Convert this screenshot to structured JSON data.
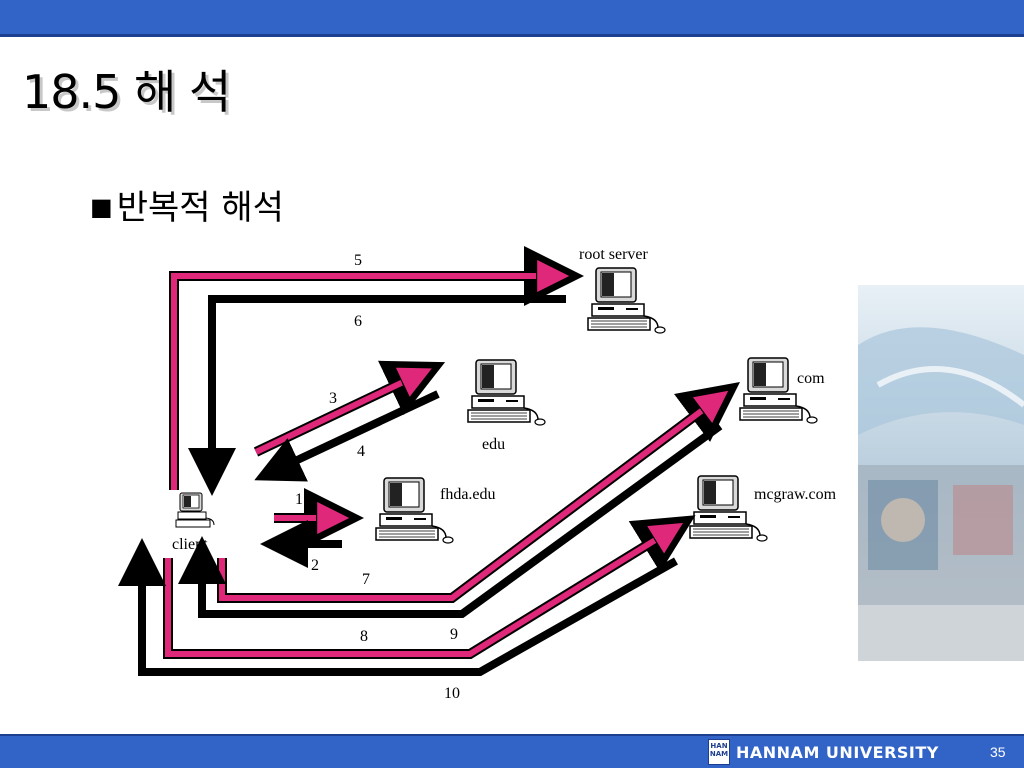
{
  "slide": {
    "title": "18.5 해 석",
    "bullet": "반복적 해석",
    "page_number": "35",
    "footer_logo": "HANNAM UNIVERSITY"
  },
  "diagram": {
    "nodes": {
      "client": "client",
      "root": "root server",
      "edu": "edu",
      "fhda": "fhda.edu",
      "com": "com",
      "mcgraw": "mcgraw.com"
    },
    "steps": [
      "1",
      "2",
      "3",
      "4",
      "5",
      "6",
      "7",
      "8",
      "9",
      "10"
    ]
  },
  "colors": {
    "request_arrow": "#e0287a",
    "response_arrow": "#000000",
    "header_bar": "#3264c8"
  }
}
